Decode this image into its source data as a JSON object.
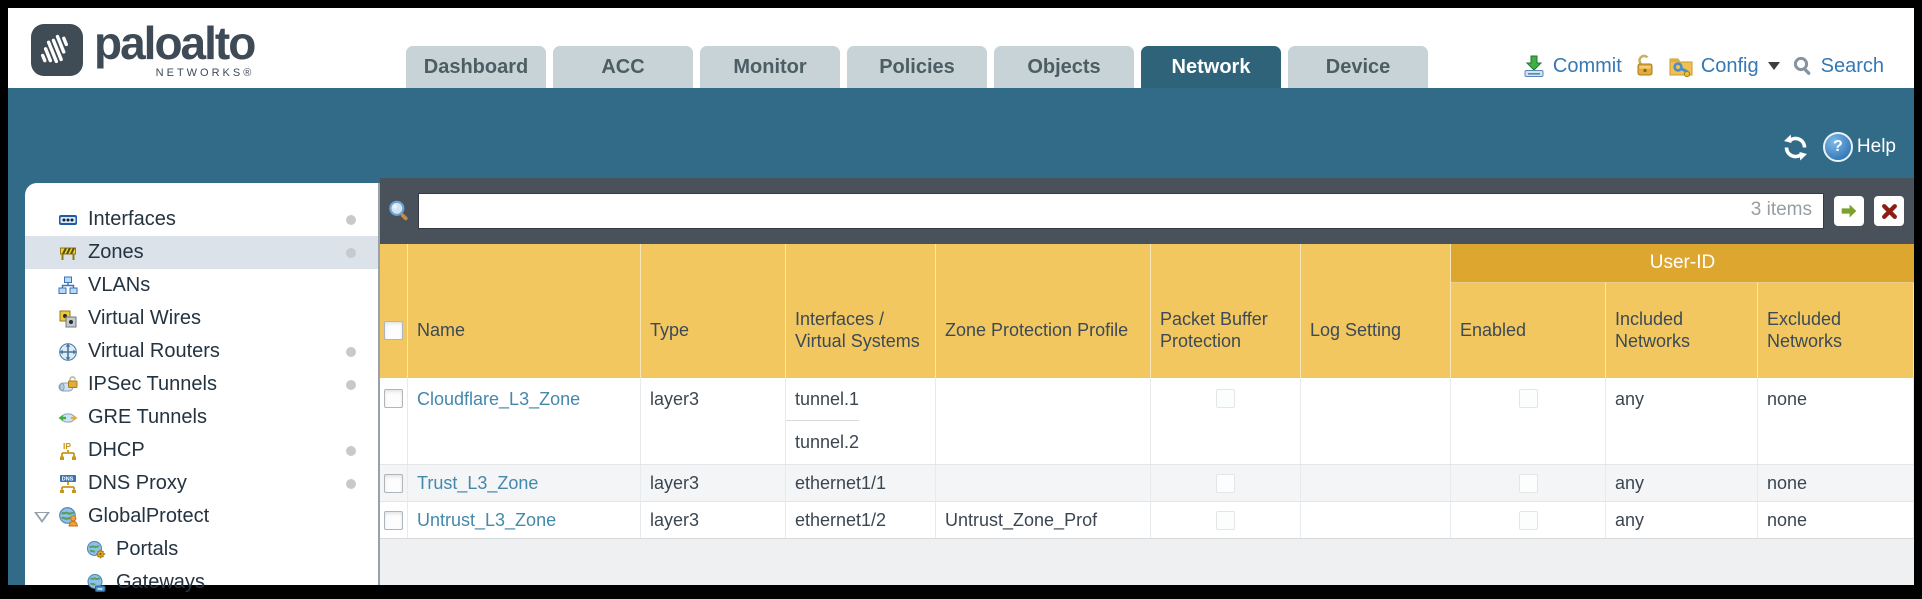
{
  "brand": {
    "wordmark": "paloalto",
    "sub": "NETWORKS®"
  },
  "tabs": [
    {
      "label": "Dashboard"
    },
    {
      "label": "ACC"
    },
    {
      "label": "Monitor"
    },
    {
      "label": "Policies"
    },
    {
      "label": "Objects"
    },
    {
      "label": "Network"
    },
    {
      "label": "Device"
    }
  ],
  "header_actions": {
    "commit": "Commit",
    "config": "Config",
    "search": "Search"
  },
  "band": {
    "help_label": "Help"
  },
  "sidebar": {
    "items": [
      {
        "label": "Interfaces"
      },
      {
        "label": "Zones"
      },
      {
        "label": "VLANs"
      },
      {
        "label": "Virtual Wires"
      },
      {
        "label": "Virtual Routers"
      },
      {
        "label": "IPSec Tunnels"
      },
      {
        "label": "GRE Tunnels"
      },
      {
        "label": "DHCP"
      },
      {
        "label": "DNS Proxy"
      },
      {
        "label": "GlobalProtect"
      },
      {
        "label": "Portals"
      },
      {
        "label": "Gateways"
      }
    ]
  },
  "toolbar": {
    "items_count": "3 items"
  },
  "table": {
    "group_header": "User-ID",
    "columns": [
      "Name",
      "Type",
      "Interfaces / Virtual Systems",
      "Zone Protection Profile",
      "Packet Buffer Protection",
      "Log Setting",
      "Enabled",
      "Included Networks",
      "Excluded Networks"
    ],
    "rows": [
      {
        "name": "Cloudflare_L3_Zone",
        "type": "layer3",
        "interface_1": "tunnel.1",
        "interface_2": "tunnel.2",
        "zone_protection_profile": "",
        "log_setting": "",
        "included_networks": "any",
        "excluded_networks": "none"
      },
      {
        "name": "Trust_L3_Zone",
        "type": "layer3",
        "interface_1": "ethernet1/1",
        "zone_protection_profile": "",
        "log_setting": "",
        "included_networks": "any",
        "excluded_networks": "none"
      },
      {
        "name": "Untrust_L3_Zone",
        "type": "layer3",
        "interface_1": "ethernet1/2",
        "zone_protection_profile": "Untrust_Zone_Prof",
        "log_setting": "",
        "included_networks": "any",
        "excluded_networks": "none"
      }
    ]
  }
}
